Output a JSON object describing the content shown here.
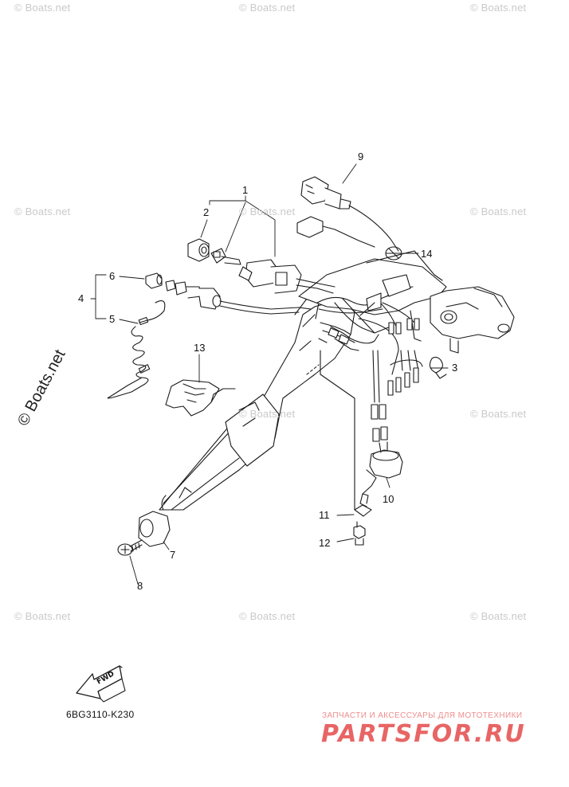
{
  "callouts": [
    "1",
    "2",
    "3",
    "4",
    "5",
    "6",
    "7",
    "8",
    "9",
    "10",
    "11",
    "12",
    "13",
    "14"
  ],
  "drawing_code": "6BG3110-K230",
  "fwd_label": "FWD",
  "watermark": "© Boats.net",
  "watermark_large": "© Boats.net",
  "brand": {
    "tagline": "ЗАПЧАСТИ И АКСЕССУАРЫ ДЛЯ МОТОТЕХНИКИ",
    "logo_text": "PARTSFOR.RU"
  },
  "parts": [
    {
      "ref": "1",
      "icon": "ignition-key-switch-icon"
    },
    {
      "ref": "2",
      "icon": "switch-cap-icon"
    },
    {
      "ref": "3",
      "icon": "wire-clamp-icon"
    },
    {
      "ref": "4",
      "icon": "stop-switch-assembly-icon"
    },
    {
      "ref": "5",
      "icon": "lanyard-cord-icon"
    },
    {
      "ref": "6",
      "icon": "stop-switch-cap-icon"
    },
    {
      "ref": "7",
      "icon": "grip-end-cap-icon"
    },
    {
      "ref": "8",
      "icon": "screw-icon"
    },
    {
      "ref": "9",
      "icon": "wiring-connector-icon"
    },
    {
      "ref": "10",
      "icon": "sensor-unit-icon"
    },
    {
      "ref": "11",
      "icon": "bracket-icon"
    },
    {
      "ref": "12",
      "icon": "bolt-icon"
    },
    {
      "ref": "13",
      "icon": "throttle-friction-lever-icon"
    },
    {
      "ref": "14",
      "icon": "cable-band-icon"
    }
  ],
  "colors": {
    "line": "#1a1a1a",
    "watermark": "#c9c9c9",
    "brand": "#e86565"
  }
}
